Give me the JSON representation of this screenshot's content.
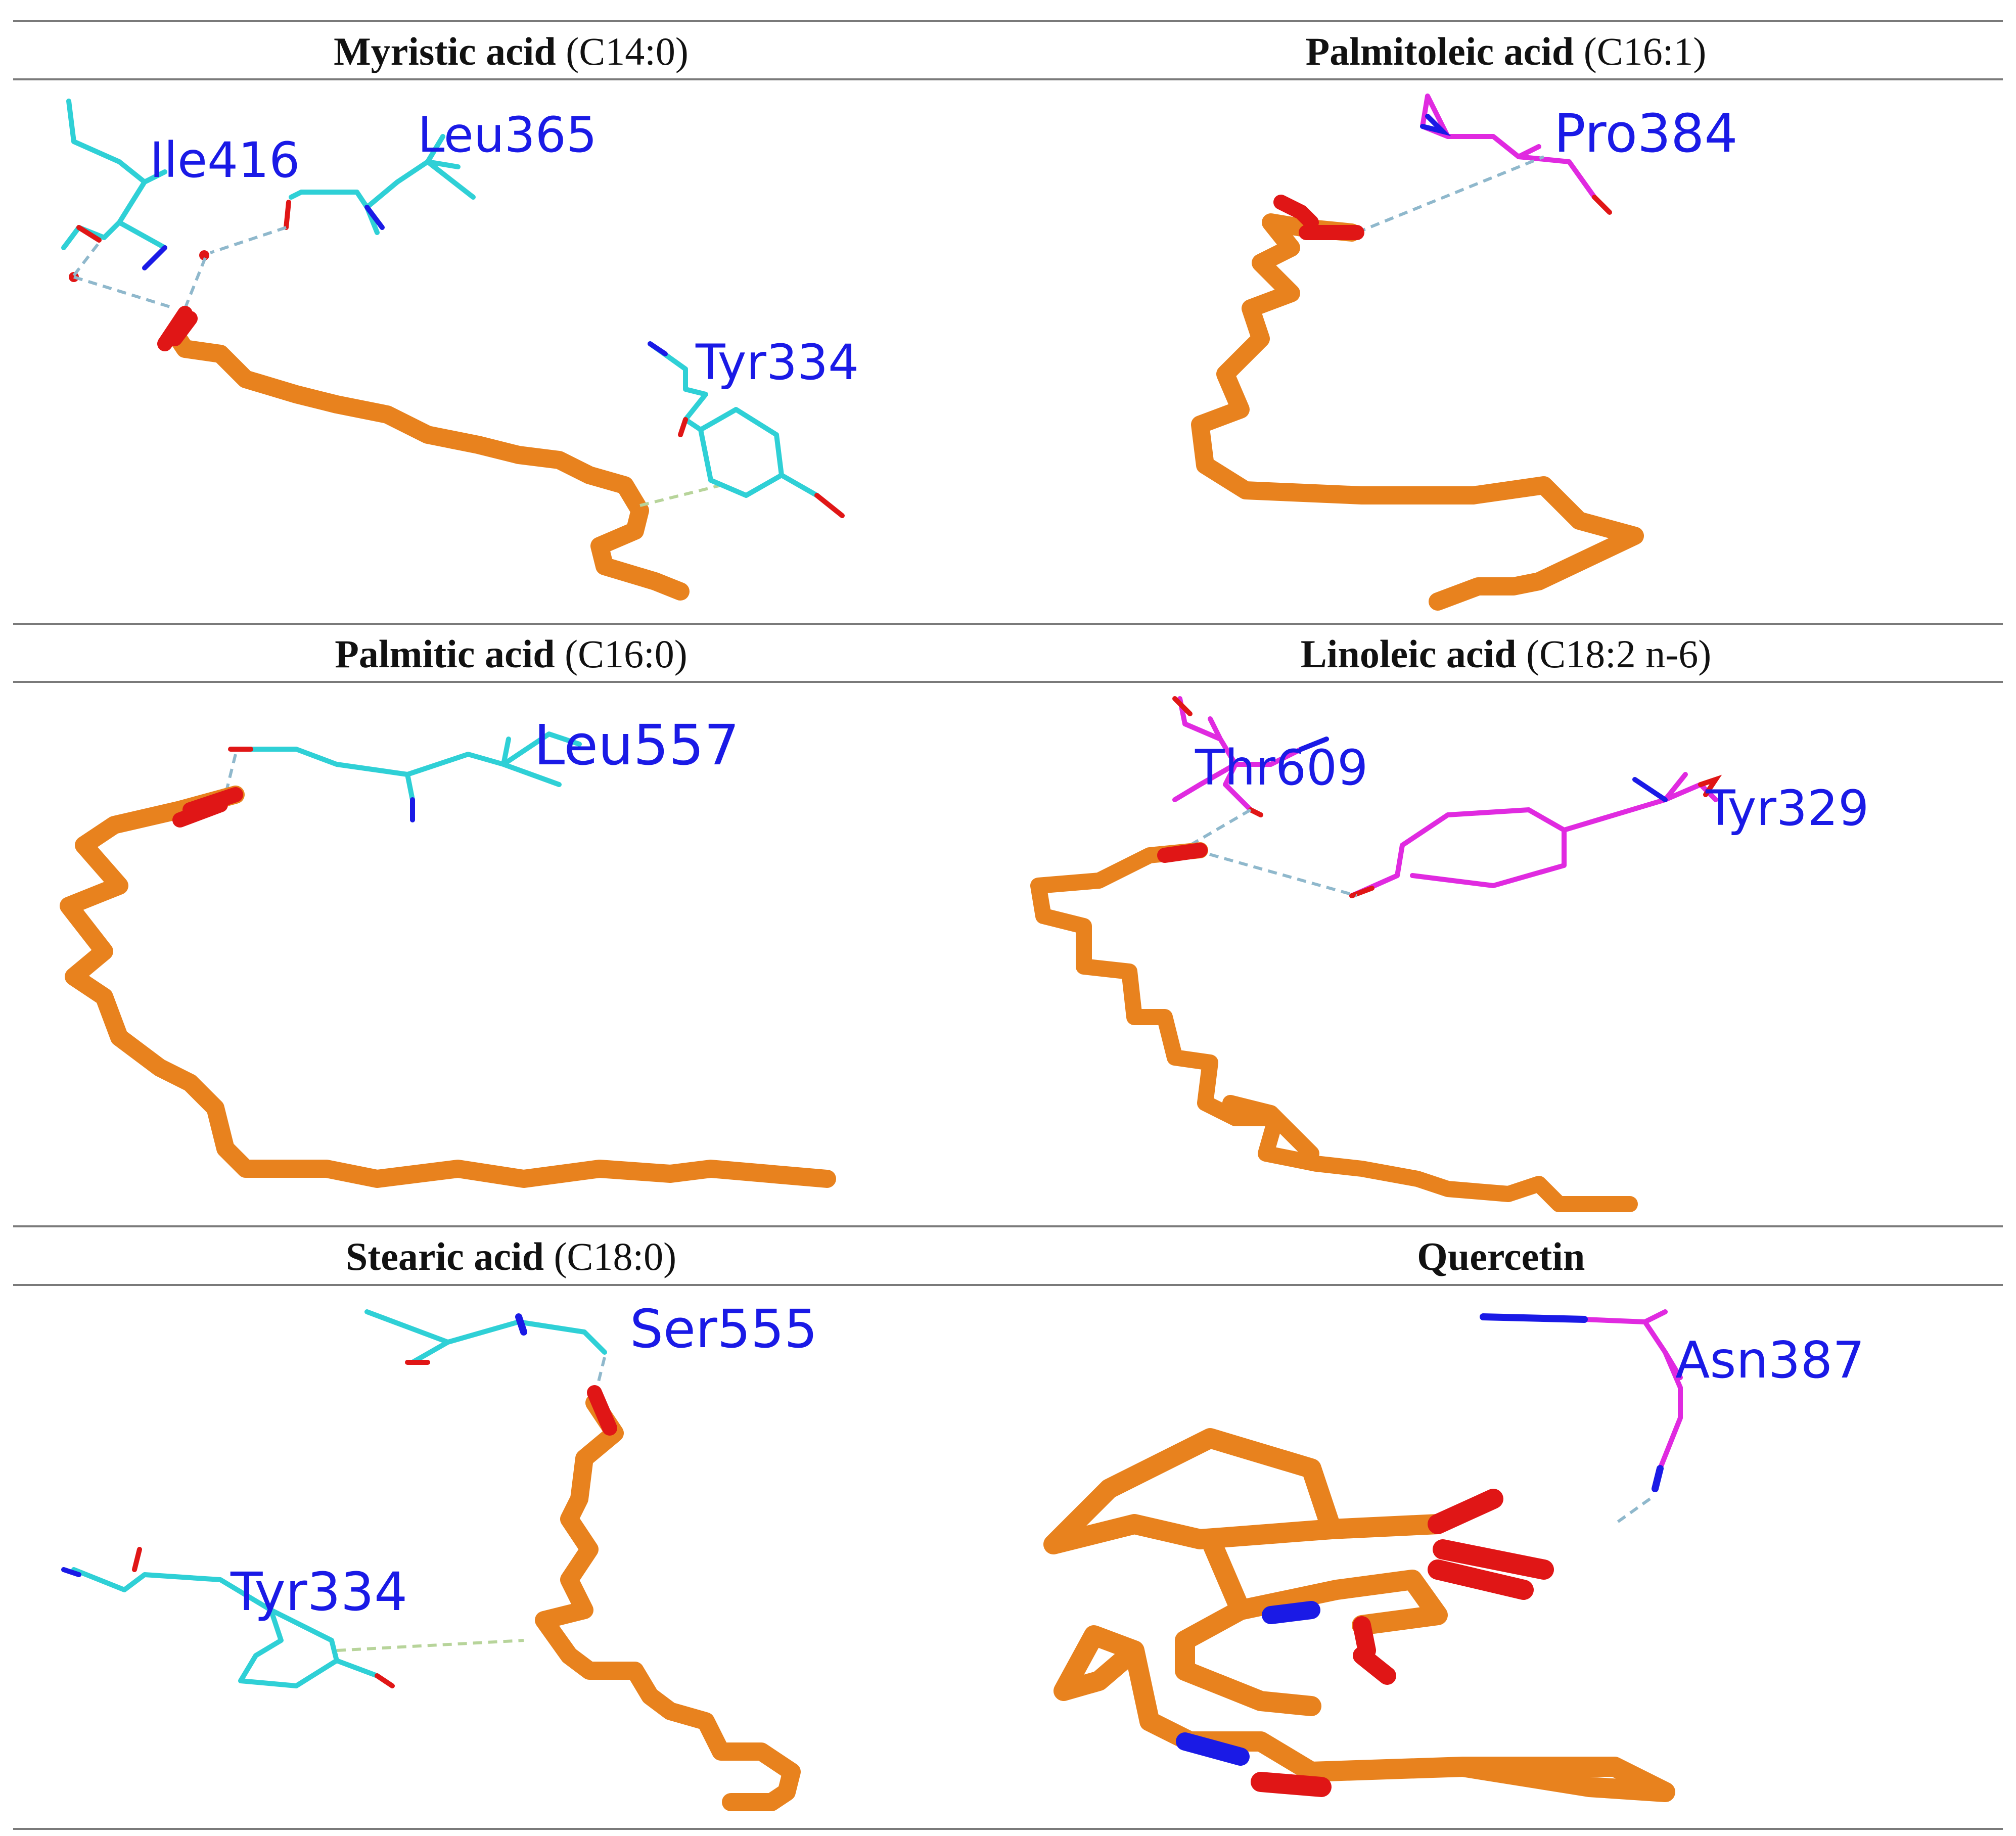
{
  "panels": [
    {
      "name": "Myristic acid",
      "formula": "(C14:0)",
      "residues": [
        "Ile416",
        "Leu365",
        "Tyr334"
      ]
    },
    {
      "name": "Palmitoleic acid",
      "formula": "(C16:1)",
      "residues": [
        "Pro384"
      ]
    },
    {
      "name": "Palmitic acid",
      "formula": "(C16:0)",
      "residues": [
        "Leu557"
      ]
    },
    {
      "name": "Linoleic acid",
      "formula": "(C18:2 n-6)",
      "residues": [
        "Thr609",
        "Tyr329"
      ]
    },
    {
      "name": "Stearic acid",
      "formula": "(C18:0)",
      "residues": [
        "Ser555",
        "Tyr334"
      ]
    },
    {
      "name": "Quercetin",
      "formula": "",
      "residues": [
        "Asn387"
      ]
    }
  ],
  "colors": {
    "ligand": "#e8821e",
    "residue_cyan": "#2fd0d6",
    "residue_magenta": "#e02ae0",
    "oxygen": "#e01616",
    "nitrogen": "#1a1ae6",
    "label": "#1a1ae6",
    "h_bond": "#8fb8cc",
    "pi_interaction": "#b7d49a",
    "rule": "#7a7a7a"
  }
}
